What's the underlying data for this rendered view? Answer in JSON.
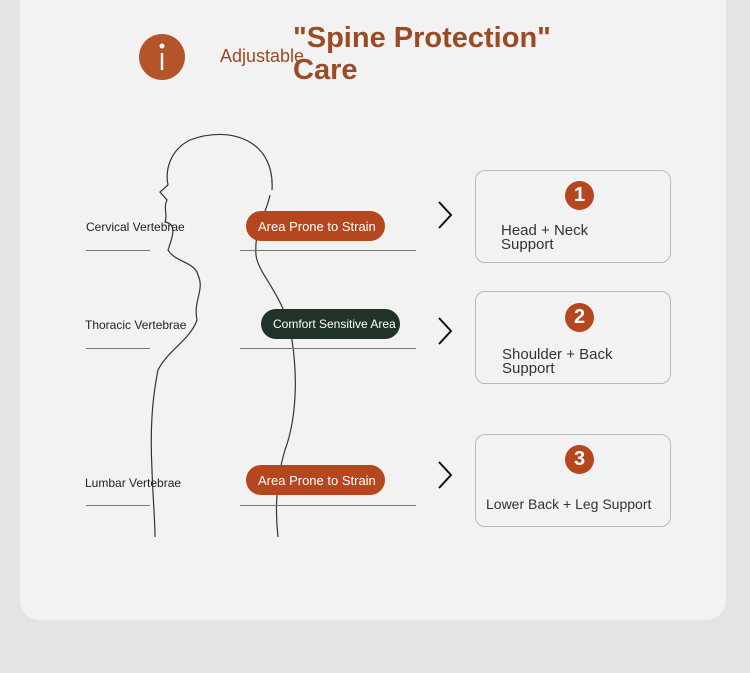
{
  "header": {
    "icon": "info-icon",
    "prefix": "Adjustable",
    "title": "\"Spine Protection\" Care"
  },
  "colors": {
    "accent": "#b5461e",
    "dark_pill": "#1f3328",
    "text_brown": "#9a4a25"
  },
  "rows": [
    {
      "vertebra": "Cervical Vertebrae",
      "pill": "Area Prone to Strain",
      "number": "1",
      "support": "Head + Neck Support"
    },
    {
      "vertebra": "Thoracic Vertebrae",
      "pill": "Comfort Sensitive Area",
      "number": "2",
      "support": "Shoulder + Back Support"
    },
    {
      "vertebra": "Lumbar Vertebrae",
      "pill": "Area Prone to Strain",
      "number": "3",
      "support": "Lower Back + Leg Support"
    }
  ]
}
